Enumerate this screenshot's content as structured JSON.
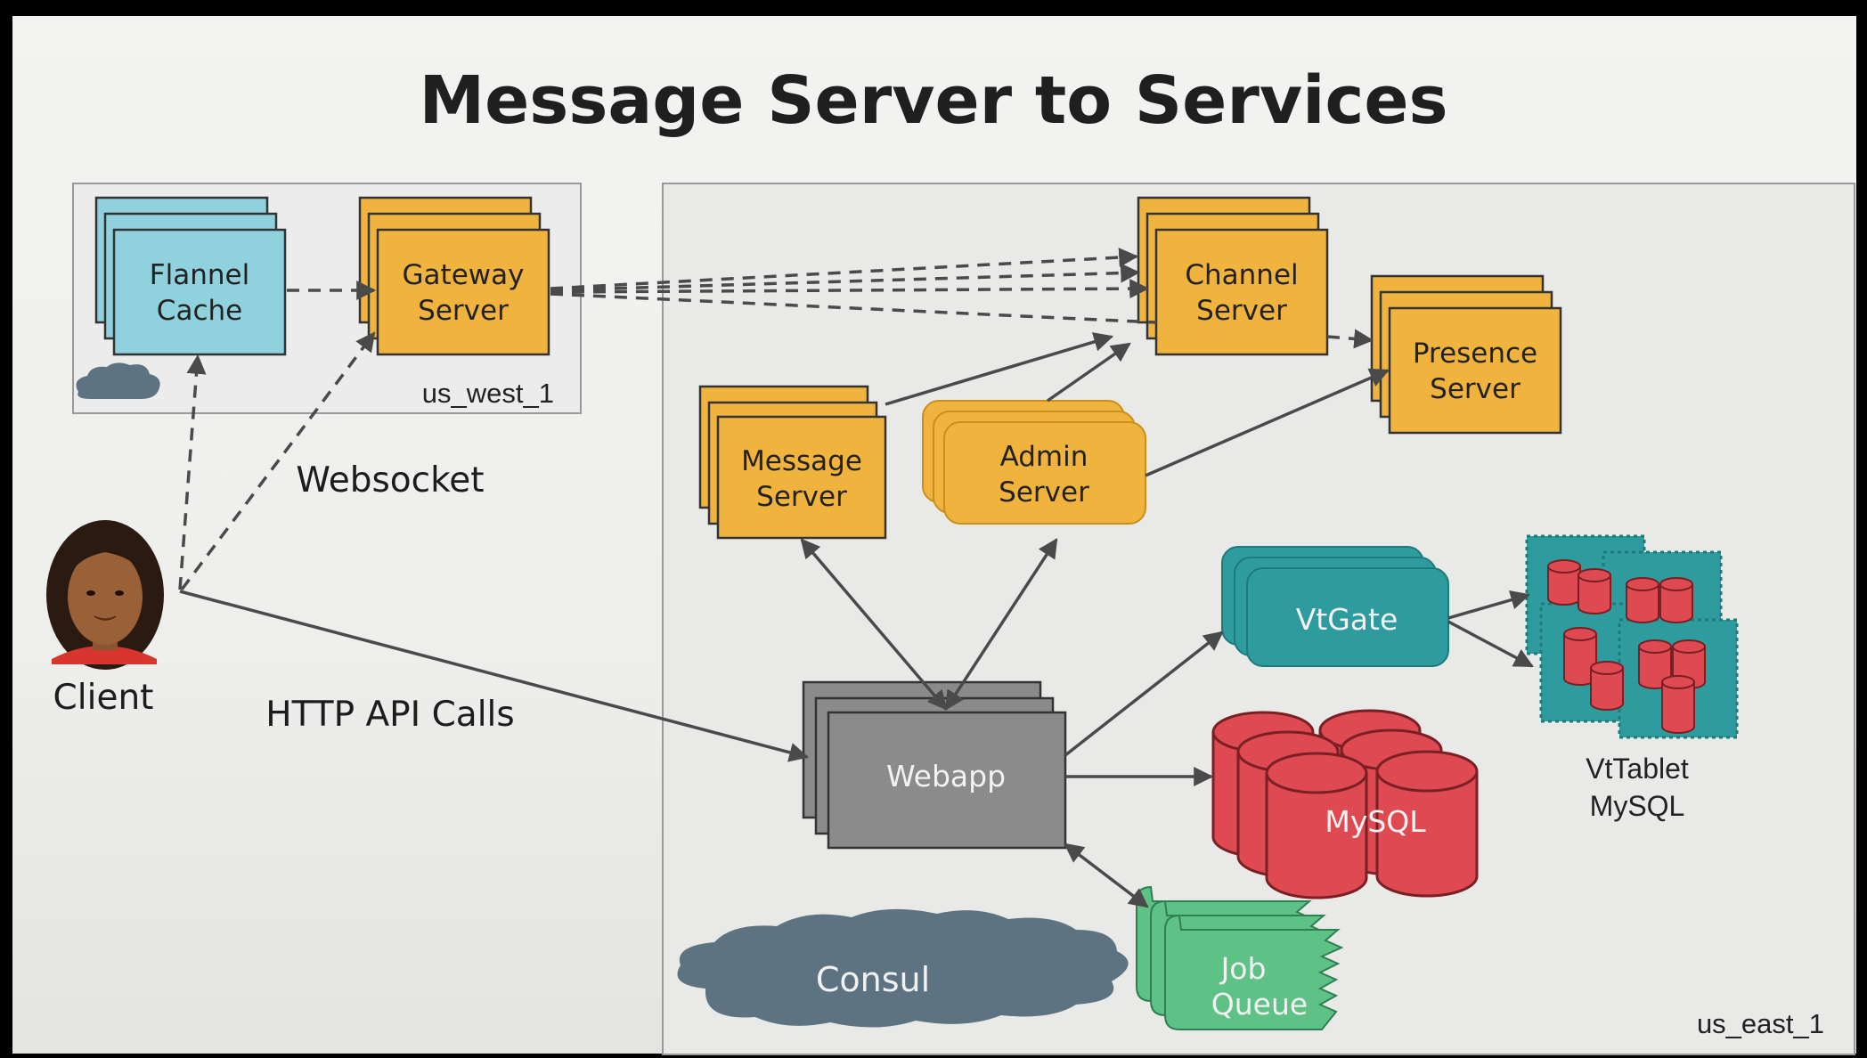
{
  "title": "Message Server to Services",
  "regions": {
    "west": "us_west_1",
    "east": "us_east_1"
  },
  "nodes": {
    "flannel_cache": [
      "Flannel",
      "Cache"
    ],
    "gateway_server": [
      "Gateway",
      "Server"
    ],
    "channel_server": [
      "Channel",
      "Server"
    ],
    "presence_server": [
      "Presence",
      "Server"
    ],
    "message_server": [
      "Message",
      "Server"
    ],
    "admin_server": [
      "Admin",
      "Server"
    ],
    "vtgate": "VtGate",
    "vttablet": [
      "VtTablet",
      "MySQL"
    ],
    "webapp": "Webapp",
    "mysql": "MySQL",
    "job_queue": [
      "Job",
      "Queue"
    ],
    "consul": "Consul"
  },
  "actors": {
    "client": "Client"
  },
  "edge_labels": {
    "websocket": "Websocket",
    "http": "HTTP API Calls"
  },
  "colors": {
    "orange": "#f0b43e",
    "cyan": "#8fd2de",
    "teal": "#2e9b9e",
    "gray": "#8a8b8a",
    "red": "#df4a52",
    "green": "#5ec186",
    "cloud": "#5e7382",
    "arrow": "#4a4a4a"
  }
}
